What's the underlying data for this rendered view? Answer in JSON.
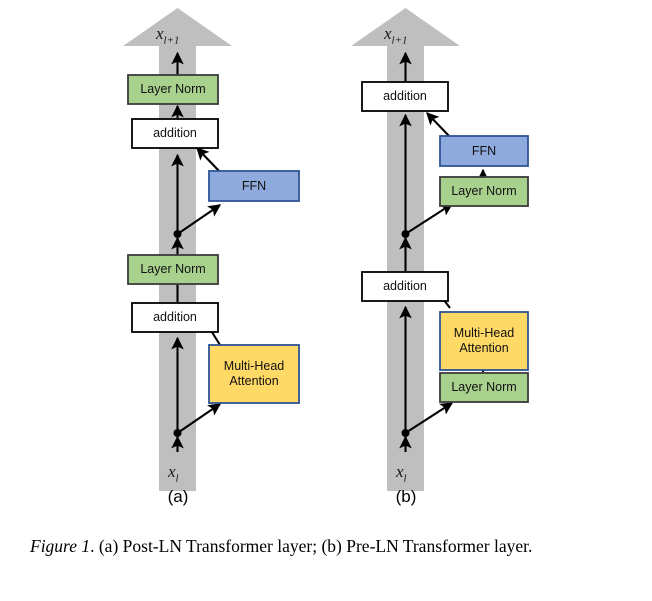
{
  "figure": {
    "caption_prefix": "Figure 1",
    "caption_text": ". (a) Post-LN Transformer layer; (b) Pre-LN Transformer layer.",
    "colors": {
      "layer_norm_fill": "#a9d18e",
      "layer_norm_stroke": "#3b3b3b",
      "ffn_fill": "#8faadc",
      "ffn_stroke": "#2e5496",
      "attention_fill": "#ffd966",
      "attention_stroke": "#2e5496",
      "addition_fill": "#ffffff",
      "addition_stroke": "#000000",
      "residual_column": "#bfbfbf",
      "arrow": "#000000"
    }
  },
  "panels": [
    {
      "id": "a",
      "caption": "(a)",
      "name": "Post-LN Transformer layer",
      "input_label": "x",
      "input_sub": "l",
      "output_label": "x",
      "output_sub": "l+1",
      "blocks": [
        {
          "id": "layer-norm-top",
          "label": "Layer Norm",
          "kind": "layer-norm"
        },
        {
          "id": "addition-top",
          "label": "addition",
          "kind": "addition"
        },
        {
          "id": "ffn",
          "label": "FFN",
          "kind": "ffn"
        },
        {
          "id": "layer-norm-bottom",
          "label": "Layer Norm",
          "kind": "layer-norm"
        },
        {
          "id": "addition-bottom",
          "label": "addition",
          "kind": "addition"
        },
        {
          "id": "attention",
          "label": "Multi-Head\nAttention",
          "kind": "attention"
        }
      ]
    },
    {
      "id": "b",
      "caption": "(b)",
      "name": "Pre-LN Transformer layer",
      "input_label": "x",
      "input_sub": "l",
      "output_label": "x",
      "output_sub": "l+1",
      "blocks": [
        {
          "id": "addition-top",
          "label": "addition",
          "kind": "addition"
        },
        {
          "id": "ffn",
          "label": "FFN",
          "kind": "ffn"
        },
        {
          "id": "layer-norm-ffn",
          "label": "Layer Norm",
          "kind": "layer-norm"
        },
        {
          "id": "addition-bottom",
          "label": "addition",
          "kind": "addition"
        },
        {
          "id": "attention",
          "label": "Multi-Head\nAttention",
          "kind": "attention"
        },
        {
          "id": "layer-norm-attn",
          "label": "Layer Norm",
          "kind": "layer-norm"
        }
      ]
    }
  ]
}
